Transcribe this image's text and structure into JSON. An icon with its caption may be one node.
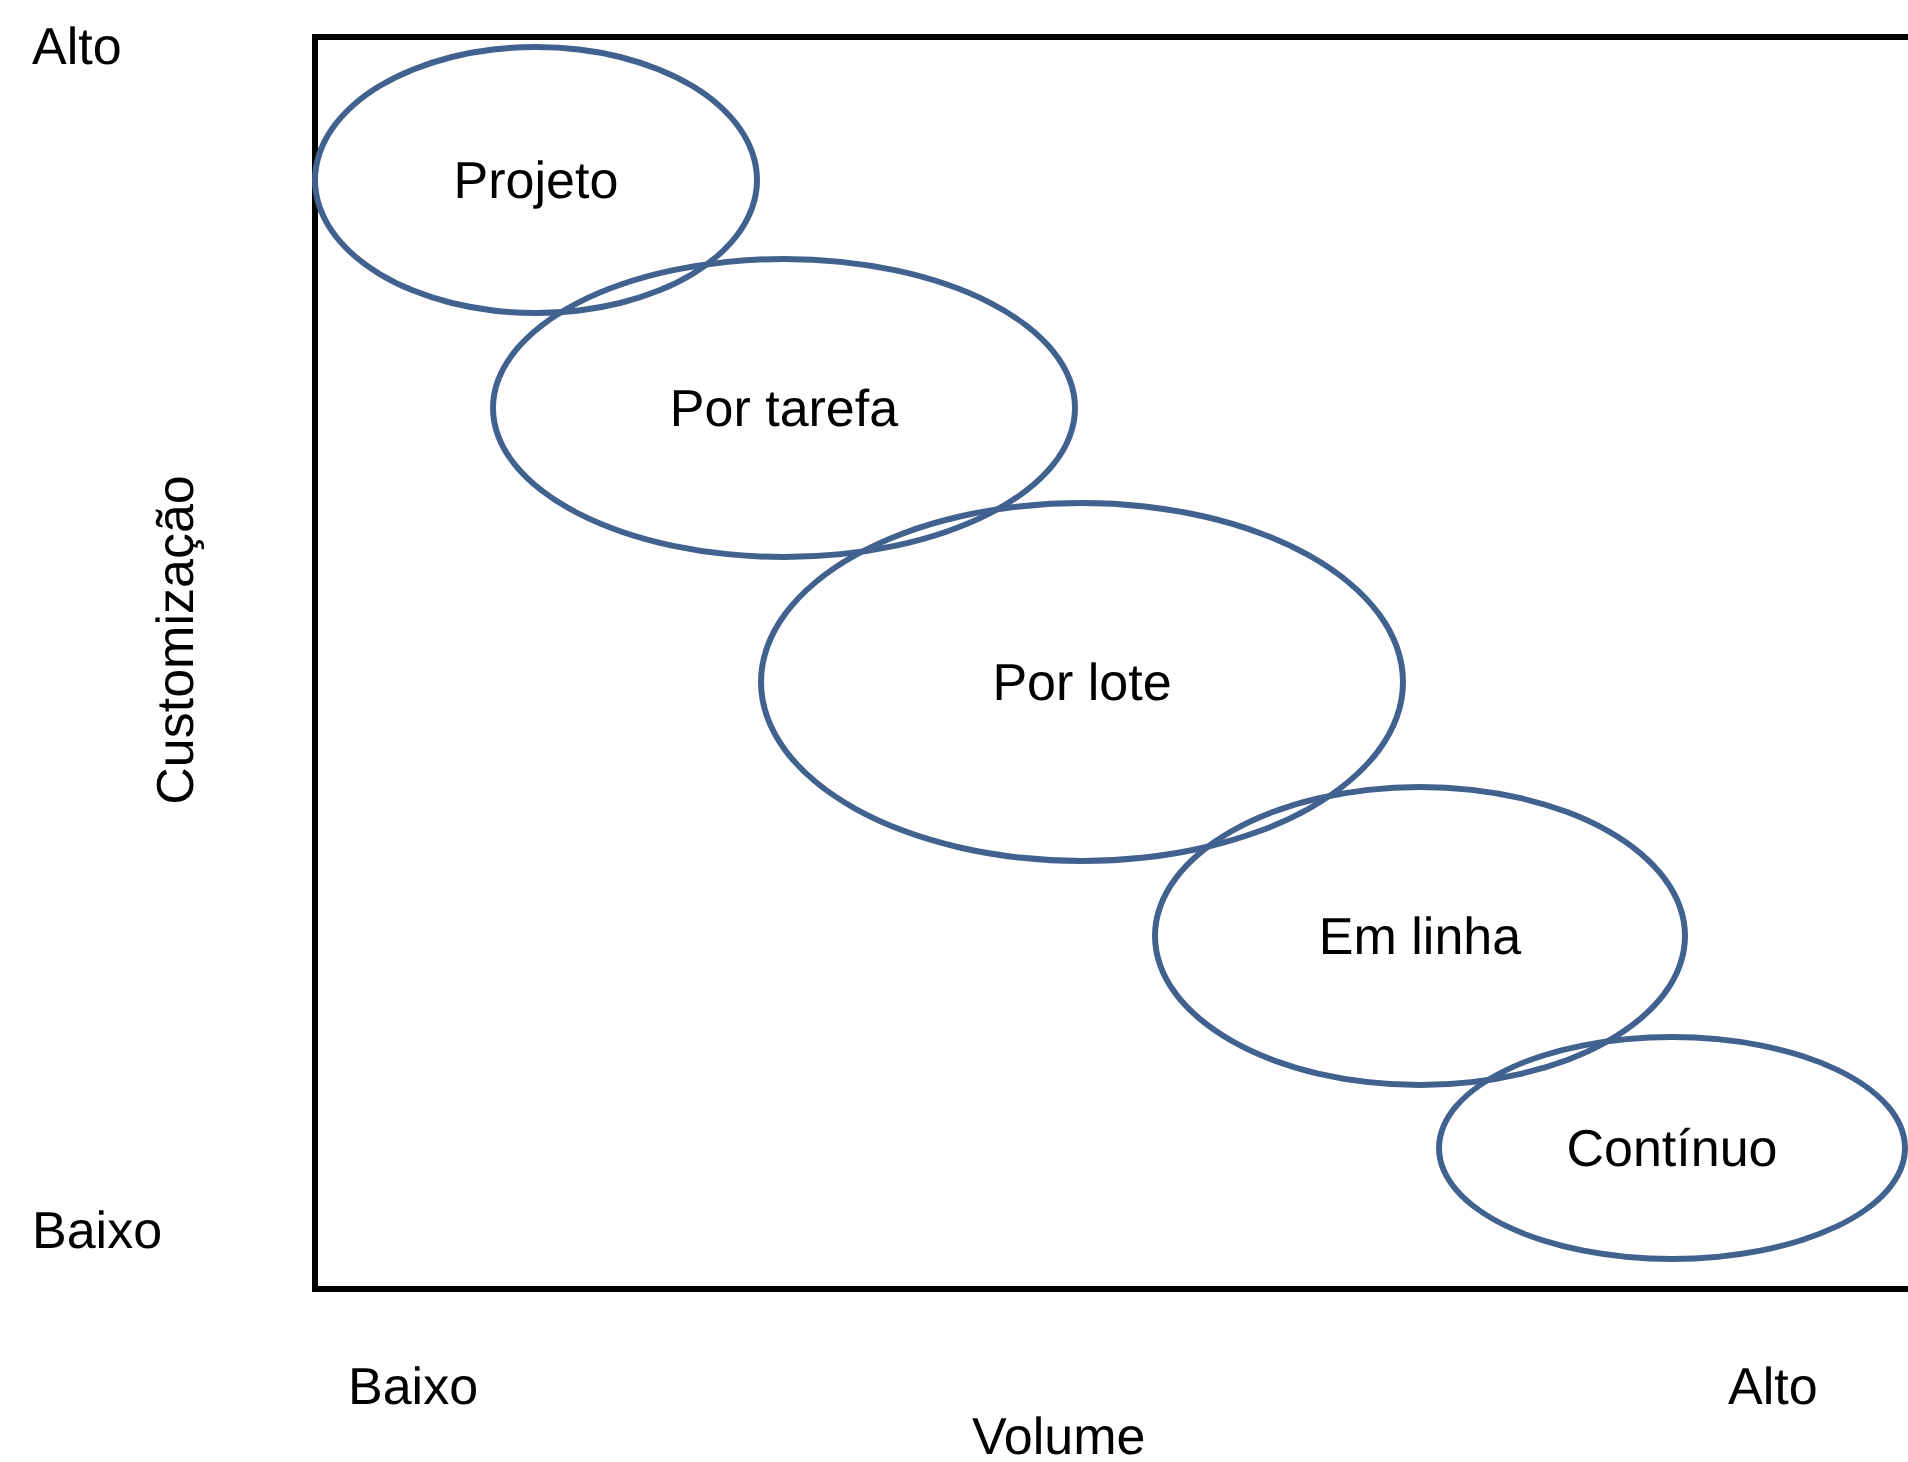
{
  "diagram": {
    "nodes": [
      {
        "text": [
          "Projeto"
        ]
      },
      {
        "text": [
          "Por tarefa"
        ]
      },
      {
        "text": [
          "Por lote"
        ]
      },
      {
        "text": [
          "Em linha"
        ]
      },
      {
        "text": [
          "Contínuo"
        ]
      }
    ],
    "edges": [],
    "labels": [
      "Alto",
      "Customização",
      "Baixo",
      "Baixo",
      "Alto",
      "Volume"
    ]
  }
}
